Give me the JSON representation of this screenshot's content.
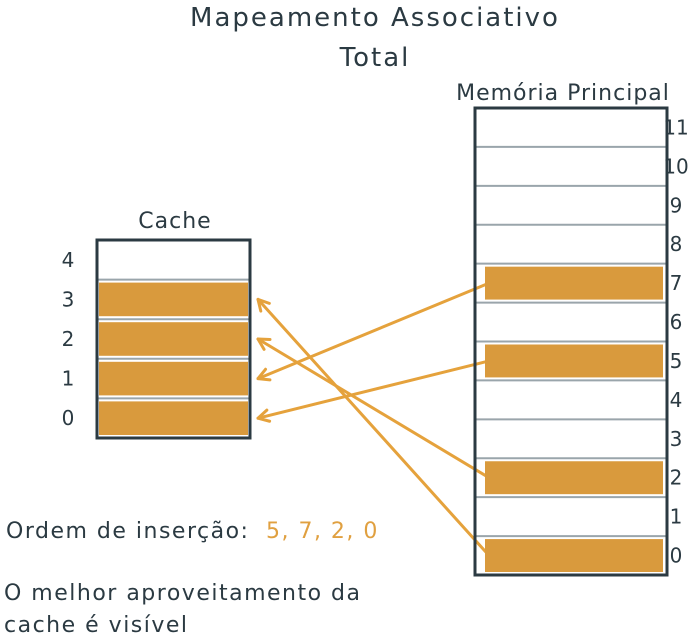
{
  "title": {
    "line1": "Mapeamento Associativo",
    "line2": "Total"
  },
  "cache": {
    "label": "Cache",
    "slots": [
      "0",
      "1",
      "2",
      "3",
      "4"
    ],
    "filled": [
      true,
      true,
      true,
      true,
      false
    ]
  },
  "memory": {
    "label": "Memória Principal",
    "blocks": [
      "0",
      "1",
      "2",
      "3",
      "4",
      "5",
      "6",
      "7",
      "8",
      "9",
      "10",
      "11"
    ],
    "filled": [
      true,
      false,
      true,
      false,
      false,
      true,
      false,
      true,
      false,
      false,
      false,
      false
    ]
  },
  "mapping": [
    {
      "memory_block": "5",
      "cache_slot": "0"
    },
    {
      "memory_block": "7",
      "cache_slot": "1"
    },
    {
      "memory_block": "2",
      "cache_slot": "2"
    },
    {
      "memory_block": "0",
      "cache_slot": "3"
    }
  ],
  "insertion_order": {
    "label": "Ordem de inserção:",
    "values": "5, 7, 2, 0"
  },
  "note": {
    "line1": "O melhor aproveitamento da",
    "line2": "cache é visível"
  },
  "colors": {
    "ink": "#2b3a42",
    "fill": "#d99a3d",
    "arrow": "#e5a23c",
    "line": "#9aa5ab"
  }
}
